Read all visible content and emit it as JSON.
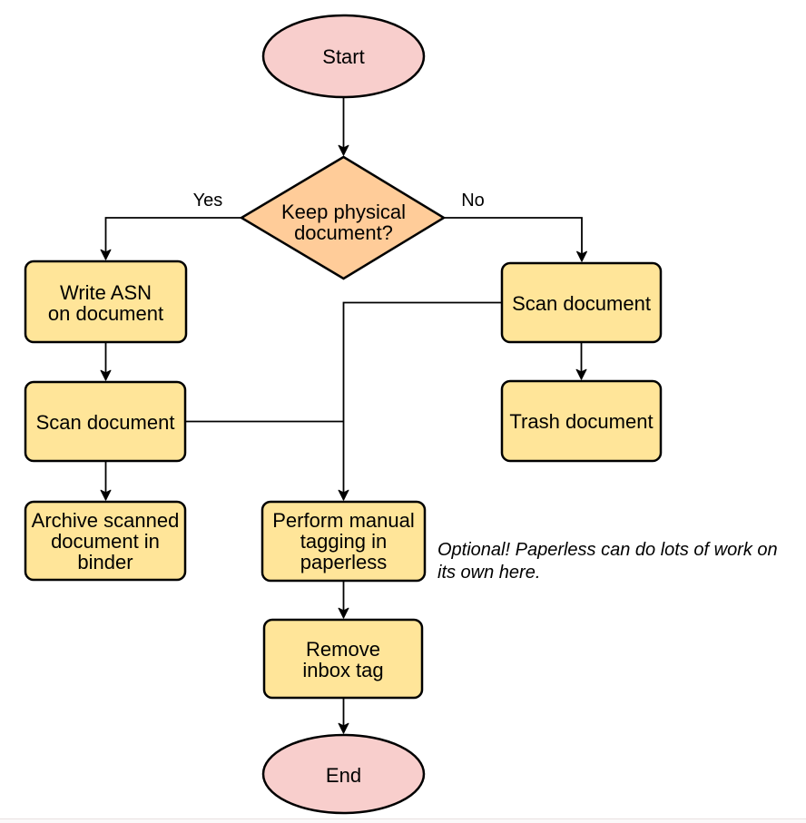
{
  "diagram": {
    "colors": {
      "terminal_fill": "#f8cecc",
      "decision_fill": "#ffcc99",
      "process_fill": "#ffe599",
      "stroke": "#000000"
    },
    "nodes": {
      "start": {
        "label": "Start"
      },
      "decision": {
        "lines": [
          "Keep physical",
          "document?"
        ]
      },
      "write_asn": {
        "lines": [
          "Write ASN",
          "on document"
        ]
      },
      "scan_left": {
        "label": "Scan document"
      },
      "archive": {
        "lines": [
          "Archive scanned",
          "document in",
          "binder"
        ]
      },
      "scan_right": {
        "label": "Scan document"
      },
      "trash": {
        "label": "Trash document"
      },
      "tagging": {
        "lines": [
          "Perform manual",
          "tagging in",
          "paperless"
        ]
      },
      "remove_inbox": {
        "lines": [
          "Remove",
          "inbox tag"
        ]
      },
      "end": {
        "label": "End"
      }
    },
    "edge_labels": {
      "yes": "Yes",
      "no": "No"
    },
    "annotation": {
      "lines": [
        "Optional! Paperless can do lots of work on",
        "its own here."
      ]
    }
  }
}
